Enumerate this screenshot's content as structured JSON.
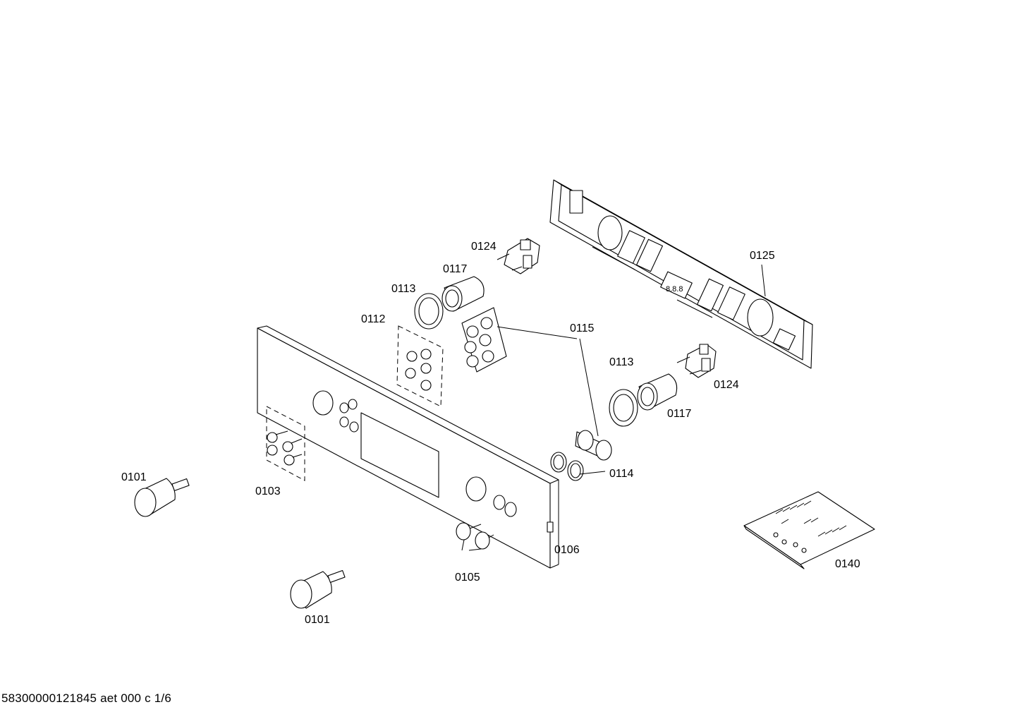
{
  "labels": {
    "knob_top": "0101",
    "knob_bottom": "0101",
    "button_set_left": "0103",
    "button_pair": "0105",
    "panel": "0106",
    "button_set_upper": "0112",
    "ring_upper": "0113",
    "ring_lower": "0113",
    "light_ring": "0114",
    "holder": "0115",
    "cap_upper": "0117",
    "cap_lower": "0117",
    "switch_upper": "0124",
    "switch_lower": "0124",
    "control_module": "0125",
    "screw_bag": "0140"
  },
  "footer": "58300000121845 aet 000 c 1/6"
}
